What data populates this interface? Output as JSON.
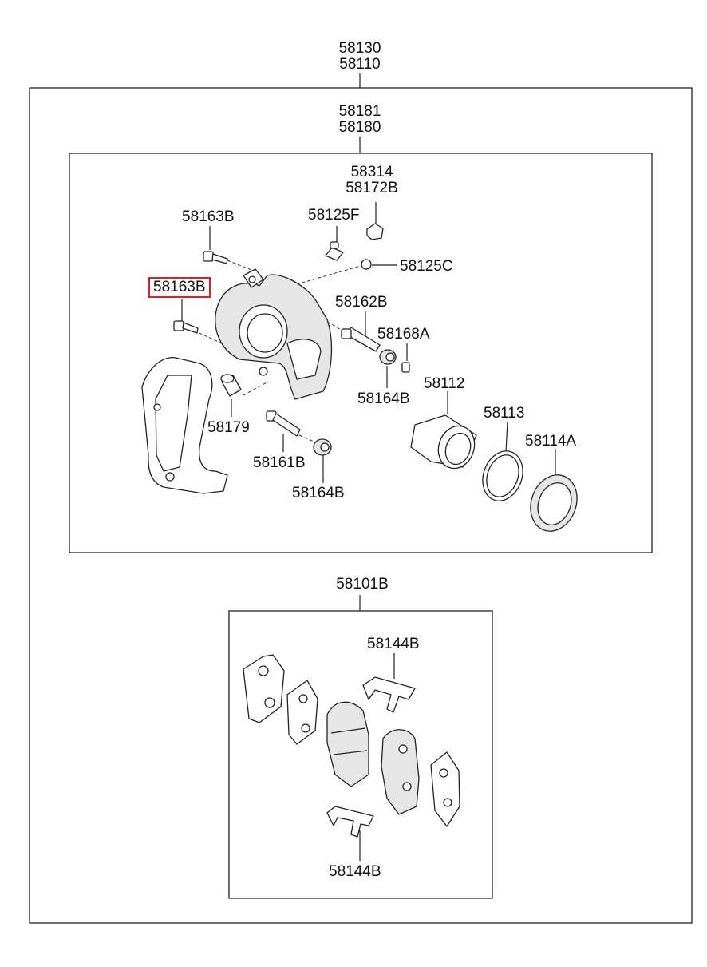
{
  "assembly": {
    "line1": "58130",
    "line2": "58110"
  },
  "caliper": {
    "line1": "58181",
    "line2": "58180"
  },
  "pads": {
    "title": "58101B"
  },
  "labels": {
    "p58314": "58314",
    "p58172B": "58172B",
    "p58163B_top": "58163B",
    "p58125F": "58125F",
    "p58125C": "58125C",
    "p58163B_hl": "58163B",
    "p58162B": "58162B",
    "p58168A": "58168A",
    "p58164B_upper": "58164B",
    "p58112": "58112",
    "p58113": "58113",
    "p58114A": "58114A",
    "p58179": "58179",
    "p58161B": "58161B",
    "p58164B_lower": "58164B",
    "p58144B_top": "58144B",
    "p58144B_bottom": "58144B"
  },
  "highlight": {
    "part": "58163B",
    "color": "#e02020"
  }
}
